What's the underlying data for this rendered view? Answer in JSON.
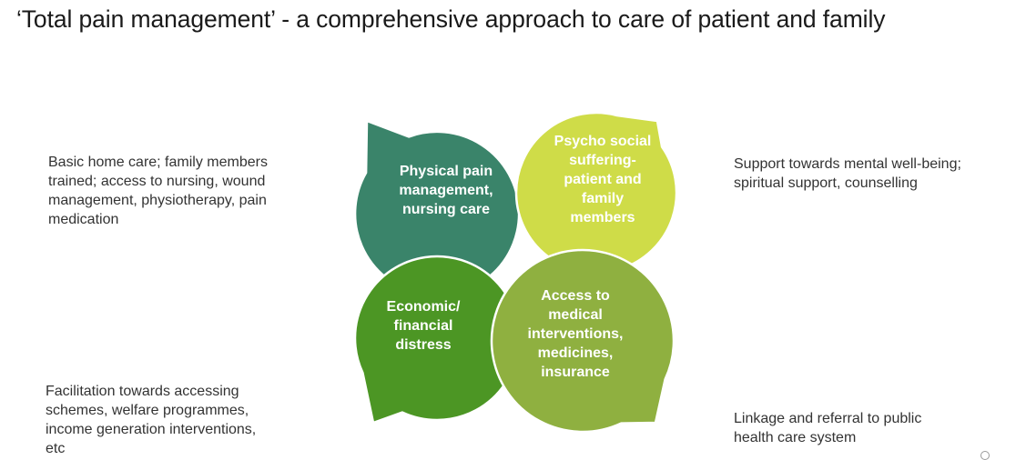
{
  "title": "‘Total pain management’ - a comprehensive approach to care of patient and family",
  "colors": {
    "physical": "#3a846a",
    "psychosocial": "#cfdc48",
    "economic": "#4c9624",
    "medical": "#8fb040",
    "outline": "#ffffff",
    "note_text": "#333333"
  },
  "bubbles": [
    {
      "id": "physical",
      "lines": [
        "Physical pain",
        "management,",
        "nursing care"
      ]
    },
    {
      "id": "psychosocial",
      "lines": [
        "Psycho social",
        "suffering-",
        "patient and",
        "family",
        "members"
      ]
    },
    {
      "id": "economic",
      "lines": [
        "Economic/",
        "financial",
        "distress"
      ]
    },
    {
      "id": "medical",
      "lines": [
        "Access to",
        "medical",
        "interventions,",
        "medicines,",
        "insurance"
      ]
    }
  ],
  "notes": {
    "top_left": [
      "Basic home care; family members",
      "trained; access to nursing, wound",
      "management, physiotherapy, pain",
      "medication"
    ],
    "top_right": [
      "Support towards mental well-being;",
      "spiritual support, counselling"
    ],
    "bottom_left": [
      "Facilitation towards accessing",
      "schemes, welfare programmes,",
      "income generation interventions,",
      "etc"
    ],
    "bottom_right": [
      "Linkage and referral to public",
      "health care system"
    ]
  }
}
